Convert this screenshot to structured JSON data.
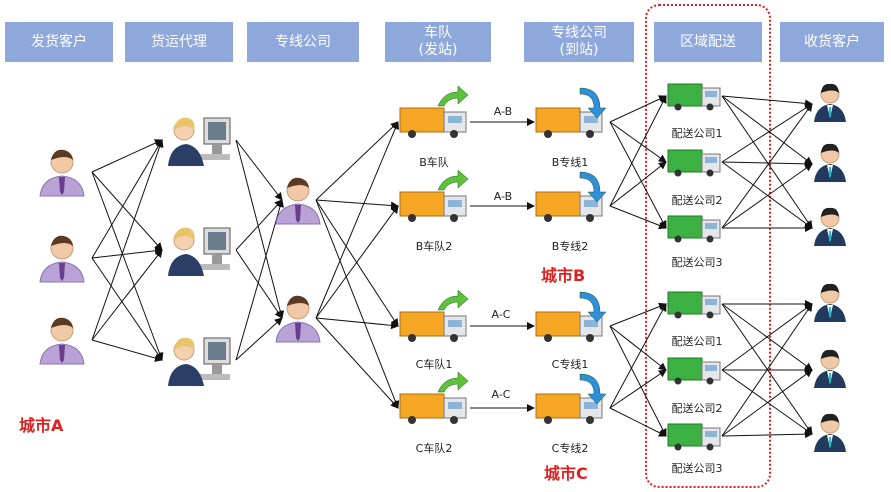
{
  "headers": {
    "shipper": "发货客户",
    "freight_agent": "货运代理",
    "line_company": "专线公司",
    "fleet_line1": "车队",
    "fleet_line2": "(发站)",
    "dest_line1": "专线公司",
    "dest_line2": "(到站)",
    "regional": "区域配送",
    "receiver": "收货客户"
  },
  "cities": {
    "a": "城市A",
    "b": "城市B",
    "c": "城市C"
  },
  "routes": [
    "A-B",
    "A-B",
    "A-C",
    "A-C"
  ],
  "fleets": [
    "B车队",
    "B车队2",
    "C车队1",
    "C车队2"
  ],
  "dest_lines": [
    "B专线1",
    "B专线2",
    "C专线1",
    "C专线2"
  ],
  "delivery_companies": [
    "配送公司1",
    "配送公司2",
    "配送公司3",
    "配送公司1",
    "配送公司2",
    "配送公司3"
  ],
  "colors": {
    "header_bg": "#8ea8db",
    "city_label": "#e02020",
    "truck_cargo": "#f5a623",
    "delivery_truck": "#3cb043",
    "arrow_green": "#5cc23a",
    "arrow_blue": "#2f8fd8"
  }
}
